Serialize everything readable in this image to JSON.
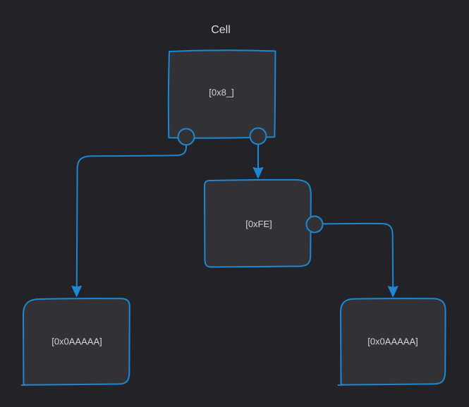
{
  "diagram": {
    "title": "Cell",
    "colors": {
      "background": "#232327",
      "node_fill": "#323236",
      "accent": "#1e87d3",
      "label_text": "#d4d4d6",
      "title_text": "#dcdcde"
    },
    "nodes": [
      {
        "id": "root",
        "label": "[0x8_]"
      },
      {
        "id": "mid",
        "label": "[0xFE]"
      },
      {
        "id": "leaf-left",
        "label": "[0x0AAAAA]"
      },
      {
        "id": "leaf-right",
        "label": "[0x0AAAAA]"
      }
    ],
    "edges": [
      {
        "from": "root",
        "to": "leaf-left"
      },
      {
        "from": "root",
        "to": "mid"
      },
      {
        "from": "mid",
        "to": "leaf-right"
      }
    ]
  }
}
